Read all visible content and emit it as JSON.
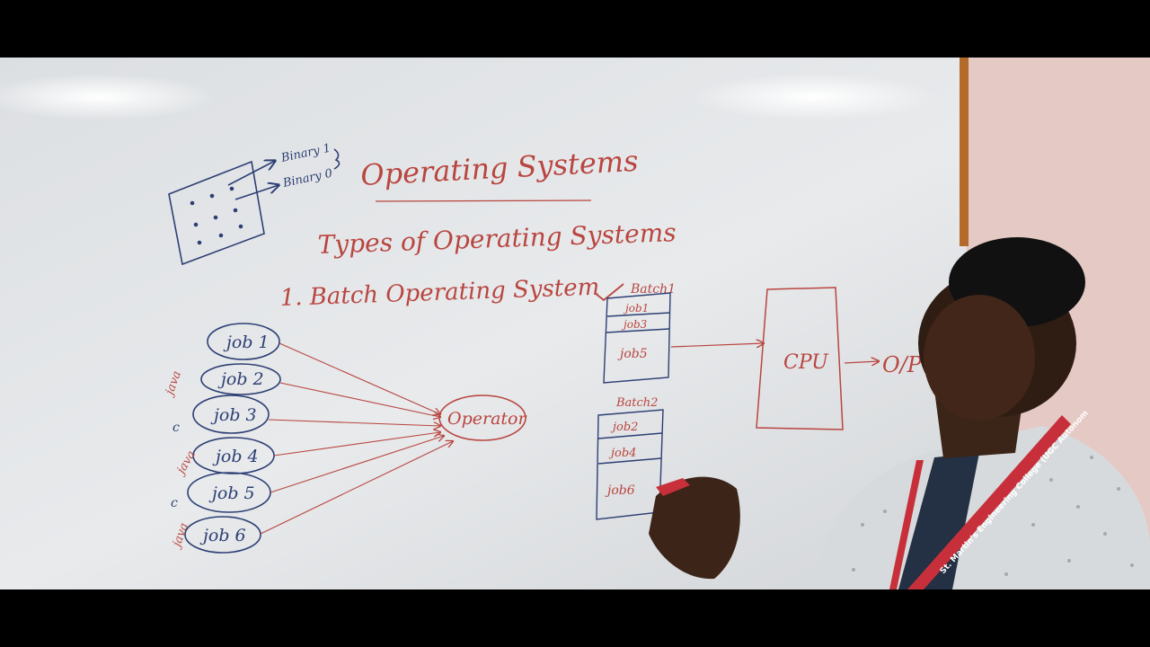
{
  "whiteboard": {
    "title": "Operating Systems",
    "subtitle": "Types of Operating Systems",
    "item": "1. Batch Operating System",
    "binary_1": "Binary 1",
    "binary_0": "Binary 0",
    "operator": "Operator",
    "cpu": "CPU",
    "output": "O/P",
    "jobs": [
      "job 1",
      "job 2",
      "job 3",
      "job 4",
      "job 5",
      "job 6"
    ],
    "job_tags": [
      "java",
      "c",
      "java",
      "c",
      "java"
    ],
    "batch1": {
      "label": "Batch1",
      "jobs": [
        "job1",
        "job3",
        "job5"
      ]
    },
    "batch2": {
      "label": "Batch2",
      "jobs": [
        "job2",
        "job4",
        "job6"
      ]
    }
  },
  "lanyard_text": "St. Martin's Engineering College (UGC Autonom"
}
